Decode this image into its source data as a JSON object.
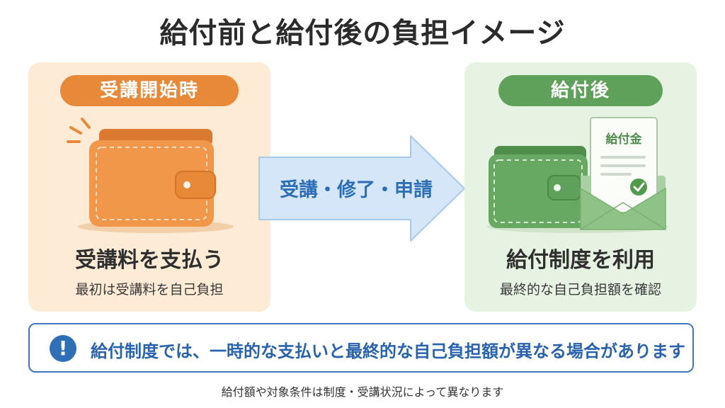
{
  "title": "給付前と給付後の負担イメージ",
  "before": {
    "badge": "受講開始時",
    "heading": "受講料を支払う",
    "sub": "最初は受講料を自己負担",
    "wallet_icon": "orange-wallet-icon",
    "color": "#e8893a"
  },
  "flow": {
    "label": "受講・修了・申請",
    "arrow_icon": "right-arrow-icon",
    "color": "#cfe2f6"
  },
  "after": {
    "badge": "給付後",
    "heading": "給付制度を利用",
    "sub": "最終的な自己負担額を確認",
    "wallet_icon": "green-wallet-icon",
    "document_label": "給付金",
    "document_icon": "benefit-document-icon",
    "check_icon": "check-circle-icon",
    "envelope_icon": "envelope-icon",
    "color": "#5fa05b"
  },
  "notice": {
    "icon": "exclamation-icon",
    "icon_glyph": "!",
    "text": "給付制度では、一時的な支払いと最終的な自己負担額が異なる場合があります"
  },
  "footnote": "給付額や対象条件は制度・受講状況によって異なります"
}
